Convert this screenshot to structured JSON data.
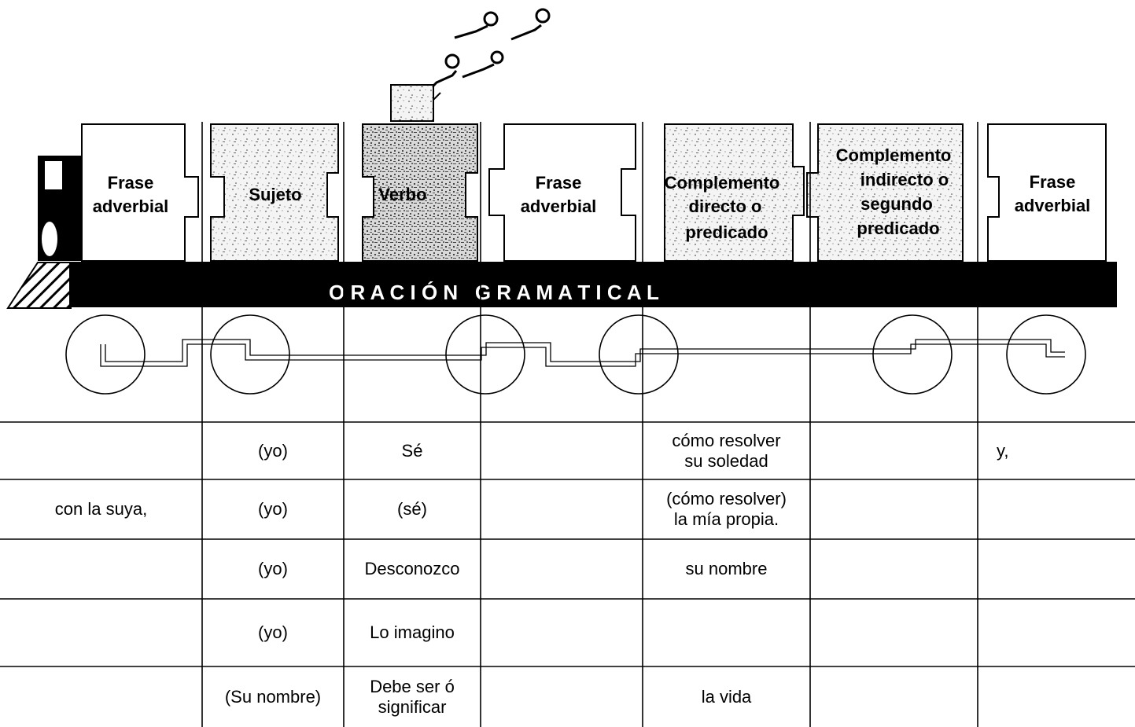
{
  "train": {
    "banner": "O R A C I Ó N   G R A M A T I C A L",
    "cars": [
      {
        "lines": [
          "Frase",
          "adverbial"
        ]
      },
      {
        "lines": [
          "Sujeto"
        ]
      },
      {
        "lines": [
          "Verbo"
        ]
      },
      {
        "lines": [
          "Frase",
          "adverbial"
        ]
      },
      {
        "lines": [
          "Complemento",
          "directo o",
          "predicado"
        ]
      },
      {
        "lines": [
          "Complemento",
          "indirecto o",
          "segundo",
          "predicado"
        ]
      },
      {
        "lines": [
          "Frase",
          "adverbial"
        ]
      }
    ]
  },
  "table": {
    "rows": [
      [
        "",
        "(yo)",
        "Sé",
        "",
        "cómo resolver\nsu soledad",
        "",
        "y,"
      ],
      [
        "con la suya,",
        "(yo)",
        "(sé)",
        "",
        "(cómo resolver)\nla mía propia.",
        "",
        ""
      ],
      [
        "",
        "(yo)",
        "Desconozco",
        "",
        "su nombre",
        "",
        ""
      ],
      [
        "",
        "(yo)",
        "Lo imagino",
        "",
        "",
        "",
        ""
      ],
      [
        "",
        "(Su nombre)",
        "Debe ser ó\nsignificar",
        "",
        "la vida",
        "",
        ""
      ]
    ]
  }
}
